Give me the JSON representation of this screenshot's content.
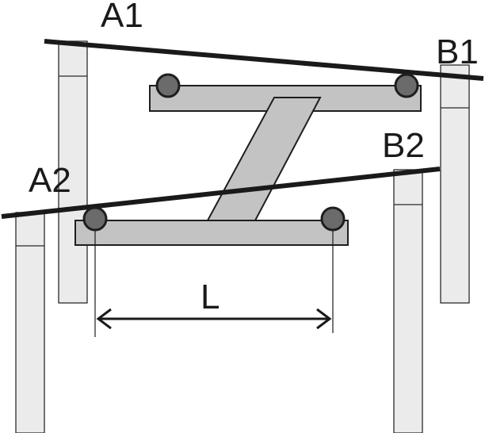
{
  "labels": {
    "a1": "A1",
    "b1": "B1",
    "a2": "A2",
    "b2": "B2",
    "length": "L"
  },
  "colors": {
    "beam_fill": "#c3c3c3",
    "post_fill": "#ebebeb",
    "roller_fill": "#6b6b6b",
    "line": "#1a1a1a"
  }
}
